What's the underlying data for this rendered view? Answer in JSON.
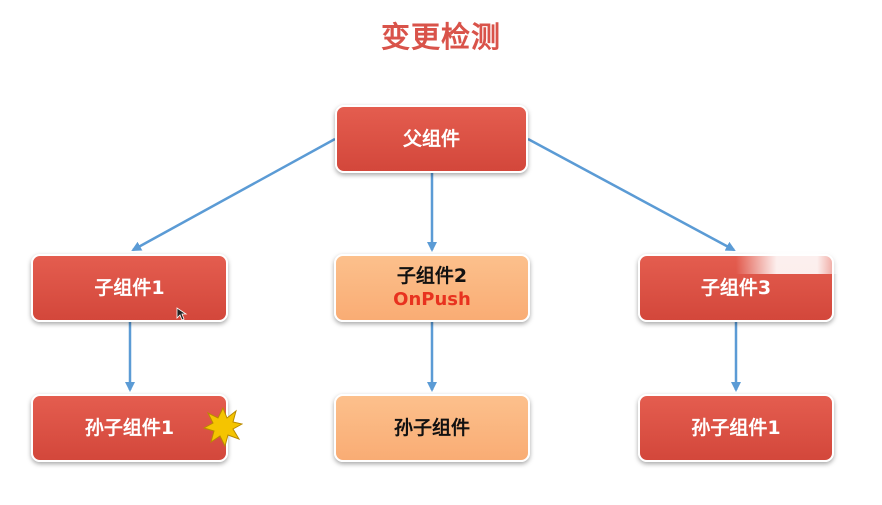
{
  "title": "变更检测",
  "colors": {
    "node_default": "#dc4f43",
    "node_onpush": "#fbb57f",
    "strategy_text": "#e8321f",
    "title": "#d9534a",
    "link": "#5b9bd5",
    "burst": "#f5c400"
  },
  "nodes": {
    "parent": {
      "label": "父组件"
    },
    "child1": {
      "label": "子组件1"
    },
    "child2": {
      "label": "子组件2",
      "strategy": "OnPush"
    },
    "child3": {
      "label": "子组件3"
    },
    "grandchild1": {
      "label": "孙子组件1",
      "badge_icon": "starburst-icon"
    },
    "grandchild2": {
      "label": "孙子组件"
    },
    "grandchild3": {
      "label": "孙子组件1"
    }
  },
  "edges": [
    {
      "from": "parent",
      "to": "child1"
    },
    {
      "from": "parent",
      "to": "child2"
    },
    {
      "from": "parent",
      "to": "child3"
    },
    {
      "from": "child1",
      "to": "grandchild1"
    },
    {
      "from": "child2",
      "to": "grandchild2"
    },
    {
      "from": "child3",
      "to": "grandchild3"
    }
  ],
  "overlay": {
    "pointer_icon": "mouse-cursor-icon"
  }
}
